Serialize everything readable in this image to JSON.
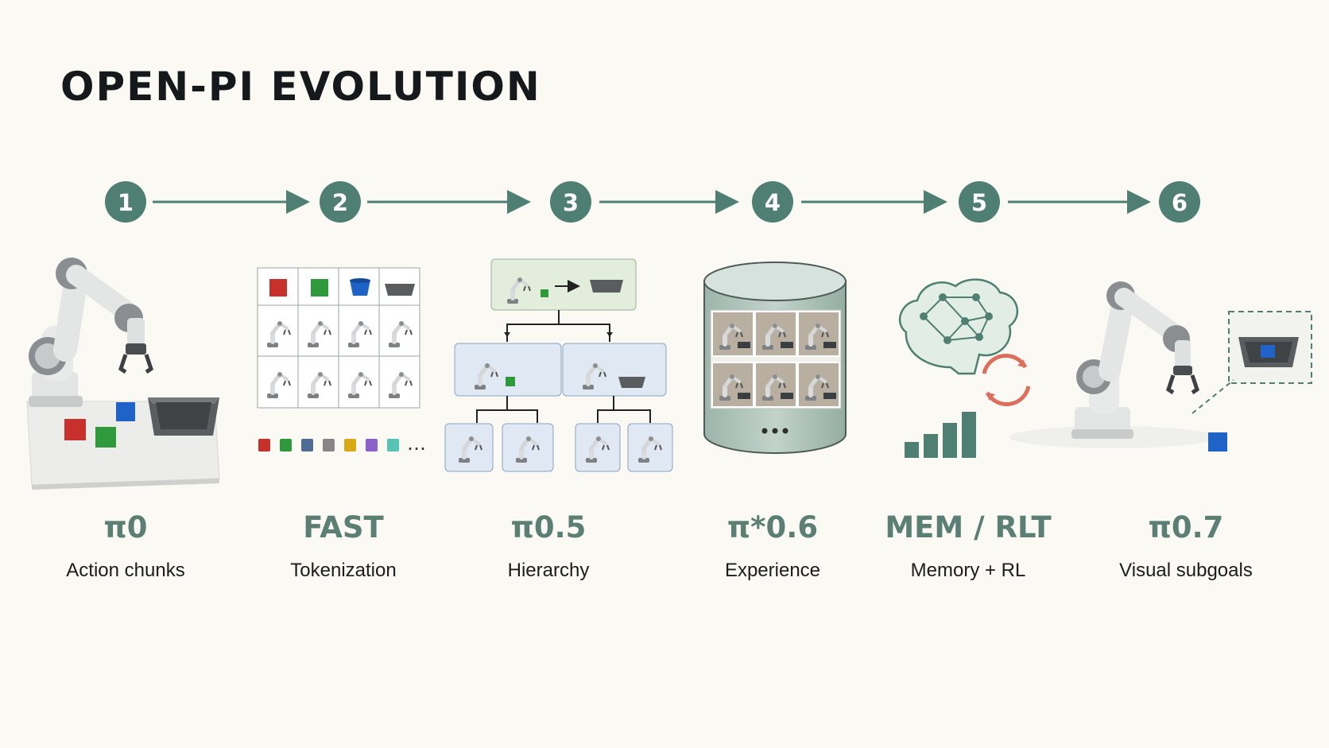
{
  "title": "OPEN-PI EVOLUTION",
  "colors": {
    "accent": "#4e7f72",
    "background": "#fbf9f4",
    "red_cube": "#c8302b",
    "green_cube": "#2f9a3b",
    "blue_cube": "#1f63c8"
  },
  "steps": [
    {
      "number": "1",
      "name": "π0",
      "description": "Action chunks"
    },
    {
      "number": "2",
      "name": "FAST",
      "description": "Tokenization"
    },
    {
      "number": "3",
      "name": "π0.5",
      "description": "Hierarchy"
    },
    {
      "number": "4",
      "name": "π*0.6",
      "description": "Experience"
    },
    {
      "number": "5",
      "name": "MEM / RLT",
      "description": "Memory + RL"
    },
    {
      "number": "6",
      "name": "π0.7",
      "description": "Visual subgoals"
    }
  ],
  "illustrations": {
    "step1": "robot-arm-with-cubes-and-tray",
    "step2": "token-grid-and-color-tokens",
    "step3": "hierarchical-task-tree",
    "step4": "experience-database-cylinder",
    "step5": "brain-network-with-cycle-and-bars",
    "step6": "robot-arm-with-subgoal-image"
  },
  "ellipsis": "…",
  "dots": "• • •"
}
